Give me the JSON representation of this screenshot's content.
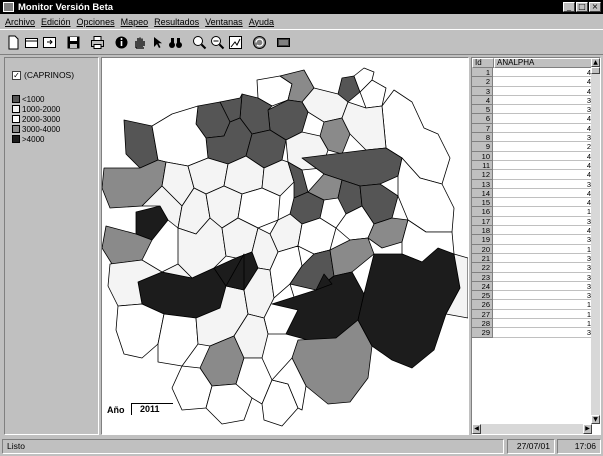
{
  "window": {
    "title": "Monitor Versión Beta"
  },
  "menu": [
    "Archivo",
    "Edición",
    "Opciones",
    "Mapeo",
    "Resultados",
    "Ventanas",
    "Ayuda"
  ],
  "toolbar": [
    "new-icon",
    "open-icon",
    "import-icon",
    "save-icon",
    "print-icon",
    "info-icon",
    "pan-hand-icon",
    "pointer-icon",
    "binoculars-icon",
    "zoom-in-icon",
    "zoom-out-icon",
    "zoom-extent-icon",
    "refresh-icon",
    "screen-icon"
  ],
  "legend": {
    "layer_name": "(CAPRINOS)",
    "checked": "✓",
    "classes": [
      {
        "label": "<1000",
        "color": "#555555"
      },
      {
        "label": "1000-2000",
        "color": "#f4f4f4"
      },
      {
        "label": "2000-3000",
        "color": "#ffffff"
      },
      {
        "label": "3000-4000",
        "color": "#8a8a8a"
      },
      {
        "label": ">4000",
        "color": "#1c1c1c"
      }
    ]
  },
  "map": {
    "year_label": "Año",
    "year_value": "2011"
  },
  "table": {
    "columns": [
      "Id",
      "ANALPHA"
    ],
    "rows": [
      {
        "id": "1",
        "v": "4"
      },
      {
        "id": "2",
        "v": "4"
      },
      {
        "id": "3",
        "v": "4"
      },
      {
        "id": "4",
        "v": "3"
      },
      {
        "id": "5",
        "v": "3"
      },
      {
        "id": "6",
        "v": "4"
      },
      {
        "id": "7",
        "v": "4"
      },
      {
        "id": "8",
        "v": "3"
      },
      {
        "id": "9",
        "v": "2"
      },
      {
        "id": "10",
        "v": "4"
      },
      {
        "id": "11",
        "v": "4"
      },
      {
        "id": "12",
        "v": "4"
      },
      {
        "id": "13",
        "v": "3"
      },
      {
        "id": "14",
        "v": "4"
      },
      {
        "id": "15",
        "v": "4"
      },
      {
        "id": "16",
        "v": "1"
      },
      {
        "id": "17",
        "v": "3"
      },
      {
        "id": "18",
        "v": "4"
      },
      {
        "id": "19",
        "v": "3"
      },
      {
        "id": "20",
        "v": "1"
      },
      {
        "id": "21",
        "v": "3"
      },
      {
        "id": "22",
        "v": "3"
      },
      {
        "id": "23",
        "v": "3"
      },
      {
        "id": "24",
        "v": "3"
      },
      {
        "id": "25",
        "v": "3"
      },
      {
        "id": "26",
        "v": "1"
      },
      {
        "id": "27",
        "v": "1"
      },
      {
        "id": "28",
        "v": "1"
      },
      {
        "id": "29",
        "v": "3"
      }
    ]
  },
  "status": {
    "message": "Listo",
    "date": "27/07/01",
    "time": "17:06"
  }
}
